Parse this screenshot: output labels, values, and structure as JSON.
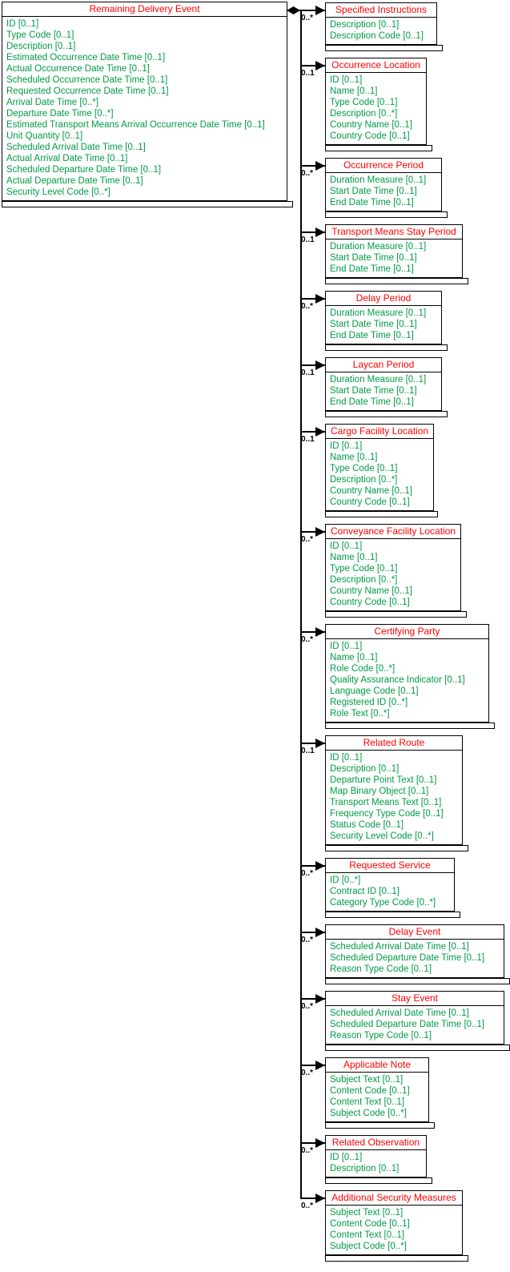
{
  "diagram": {
    "colors": {
      "class_title_text": "#ff0000",
      "attribute_text": "#009b44",
      "line": "#000000",
      "background": "#ffffff"
    },
    "root": {
      "title": "Remaining Delivery Event",
      "attributes": [
        "ID [0..1]",
        "Type Code [0..1]",
        "Description [0..1]",
        "Estimated Occurrence Date Time [0..1]",
        "Actual Occurrence Date Time [0..1]",
        "Scheduled Occurrence Date Time [0..1]",
        "Requested Occurrence Date Time [0..1]",
        "Arrival Date Time [0..*]",
        "Departure Date Time [0..*]",
        "Estimated Transport Means Arrival Occurrence Date Time [0..1]",
        "Unit Quantity [0..1]",
        "Scheduled Arrival Date Time [0..1]",
        "Actual Arrival Date Time [0..1]",
        "Scheduled Departure Date Time [0..1]",
        "Actual Departure Date Time [0..1]",
        "Security Level Code [0..*]"
      ]
    },
    "children": [
      {
        "title": "Specified Instructions",
        "multiplicity": "0..*",
        "attributes": [
          "Description [0..1]",
          "Description Code [0..1]"
        ]
      },
      {
        "title": "Occurrence Location",
        "multiplicity": "0..1",
        "attributes": [
          "ID [0..1]",
          "Name [0..1]",
          "Type Code [0..1]",
          "Description [0..*]",
          "Country Name [0..1]",
          "Country Code [0..1]"
        ]
      },
      {
        "title": "Occurrence Period",
        "multiplicity": "0..*",
        "attributes": [
          "Duration Measure [0..1]",
          "Start Date Time [0..1]",
          "End Date Time [0..1]"
        ]
      },
      {
        "title": "Transport Means Stay Period",
        "multiplicity": "0..1",
        "attributes": [
          "Duration Measure [0..1]",
          "Start Date Time [0..1]",
          "End Date Time [0..1]"
        ]
      },
      {
        "title": "Delay Period",
        "multiplicity": "0..*",
        "attributes": [
          "Duration Measure [0..1]",
          "Start Date Time [0..1]",
          "End Date Time [0..1]"
        ]
      },
      {
        "title": "Laycan Period",
        "multiplicity": "0..1",
        "attributes": [
          "Duration Measure [0..1]",
          "Start Date Time [0..1]",
          "End Date Time [0..1]"
        ]
      },
      {
        "title": "Cargo Facility Location",
        "multiplicity": "0..1",
        "attributes": [
          "ID [0..1]",
          "Name [0..1]",
          "Type Code [0..1]",
          "Description [0..*]",
          "Country Name [0..1]",
          "Country Code [0..1]"
        ]
      },
      {
        "title": "Conveyance Facility Location",
        "multiplicity": "0..*",
        "attributes": [
          "ID [0..1]",
          "Name [0..1]",
          "Type Code [0..1]",
          "Description [0..*]",
          "Country Name [0..1]",
          "Country Code [0..1]"
        ]
      },
      {
        "title": "Certifying Party",
        "multiplicity": "0..*",
        "attributes": [
          "ID [0..1]",
          "Name [0..1]",
          "Role Code [0..*]",
          "Quality Assurance Indicator [0..1]",
          "Language Code [0..1]",
          "Registered ID [0..*]",
          "Role Text [0..*]"
        ]
      },
      {
        "title": "Related Route",
        "multiplicity": "0..1",
        "attributes": [
          "ID [0..1]",
          "Description [0..1]",
          "Departure Point Text [0..1]",
          "Map Binary Object [0..1]",
          "Transport Means Text [0..1]",
          "Frequency Type Code [0..1]",
          "Status Code [0..1]",
          "Security Level Code [0..*]"
        ]
      },
      {
        "title": "Requested Service",
        "multiplicity": "0..*",
        "attributes": [
          "ID [0..*]",
          "Contract ID [0..1]",
          "Category Type Code [0..*]"
        ]
      },
      {
        "title": "Delay Event",
        "multiplicity": "0..*",
        "attributes": [
          "Scheduled Arrival Date Time [0..1]",
          "Scheduled Departure Date Time [0..1]",
          "Reason Type Code [0..1]"
        ]
      },
      {
        "title": "Stay Event",
        "multiplicity": "0..*",
        "attributes": [
          "Scheduled Arrival Date Time [0..1]",
          "Scheduled Departure Date Time [0..1]",
          "Reason Type Code [0..1]"
        ]
      },
      {
        "title": "Applicable Note",
        "multiplicity": "0..*",
        "attributes": [
          "Subject Text [0..1]",
          "Content Code [0..1]",
          "Content Text [0..1]",
          "Subject Code [0..*]"
        ]
      },
      {
        "title": "Related Observation",
        "multiplicity": "0..*",
        "attributes": [
          "ID [0..1]",
          "Description [0..1]"
        ]
      },
      {
        "title": "Additional Security Measures",
        "multiplicity": "0..*",
        "attributes": [
          "Subject Text [0..1]",
          "Content Code [0..1]",
          "Content Text [0..1]",
          "Subject Code [0..*]"
        ]
      }
    ]
  }
}
